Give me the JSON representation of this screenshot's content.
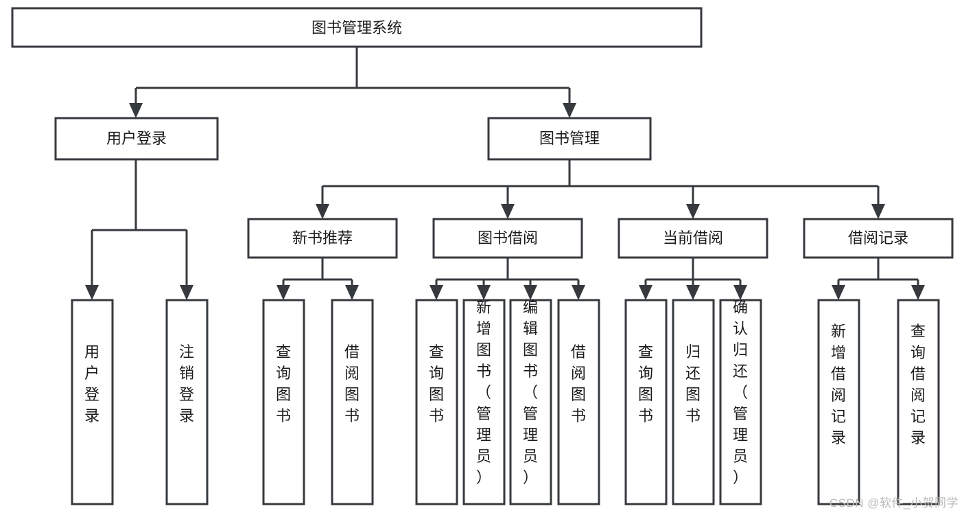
{
  "diagram": {
    "title": "图书管理系统",
    "type": "tree-hierarchy-chart",
    "colors": {
      "box_stroke": "#36393d",
      "box_fill": "#ffffff",
      "text": "#1b1b1b",
      "background": "#ffffff",
      "watermark": "#b9b9b9"
    },
    "root": {
      "label": "图书管理系统"
    },
    "level2": [
      {
        "label": "用户登录"
      },
      {
        "label": "图书管理"
      }
    ],
    "level3": [
      {
        "label": "新书推荐"
      },
      {
        "label": "图书借阅"
      },
      {
        "label": "当前借阅"
      },
      {
        "label": "借阅记录"
      }
    ],
    "leaves": {
      "user_login": [
        {
          "label": "用户登录"
        },
        {
          "label": "注销登录"
        }
      ],
      "new_book_recommend": [
        {
          "label": "查询图书"
        },
        {
          "label": "借阅图书"
        }
      ],
      "book_borrow": [
        {
          "label": "查询图书"
        },
        {
          "label": "新增图书（管理员）"
        },
        {
          "label": "编辑图书（管理员）"
        },
        {
          "label": "借阅图书"
        }
      ],
      "current_borrow": [
        {
          "label": "查询图书"
        },
        {
          "label": "归还图书"
        },
        {
          "label": "确认归还（管理员）"
        }
      ],
      "borrow_record": [
        {
          "label": "新增借阅记录"
        },
        {
          "label": "查询借阅记录"
        }
      ]
    }
  },
  "watermark": {
    "text": "CSDN @软件_小贺同学"
  }
}
